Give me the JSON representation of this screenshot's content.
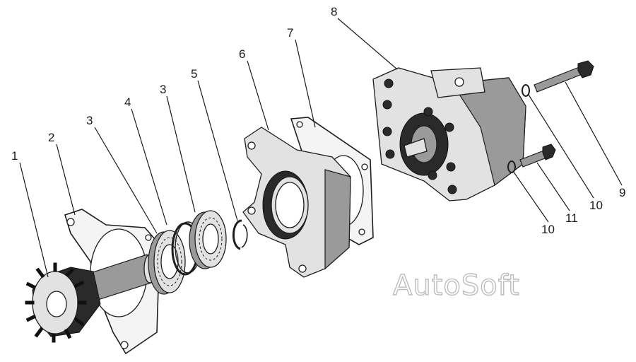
{
  "labels": {
    "l1": "1",
    "l2": "2",
    "l3a": "3",
    "l4": "4",
    "l3b": "3",
    "l5": "5",
    "l6": "6",
    "l7": "7",
    "l8": "8",
    "l9": "9",
    "l10a": "10",
    "l11": "11",
    "l10b": "10"
  },
  "watermark": "AutoSoft"
}
